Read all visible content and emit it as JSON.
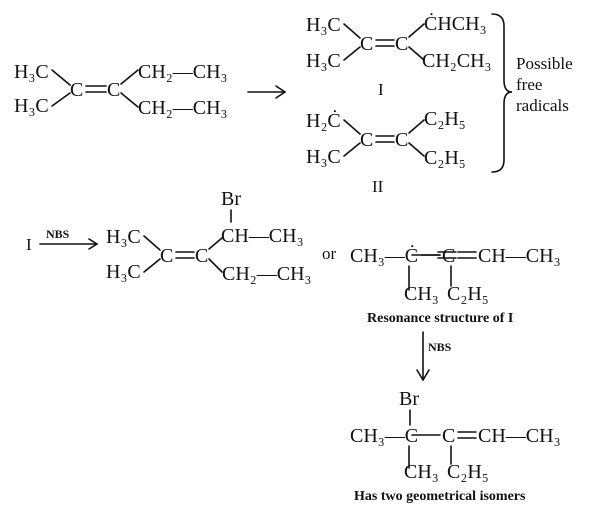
{
  "reactant": {
    "left_top": "H₃C",
    "left_bottom": "H₃C",
    "c1": "C",
    "c2": "C",
    "right_top": "CH₂—CH₃",
    "right_bottom": "CH₂—CH₃"
  },
  "radical_I": {
    "left_top": "H₃C",
    "left_bottom": "H₃C",
    "c1": "C",
    "c2": "C",
    "right_top": "ĊHCH₃",
    "right_bottom": "CH₂CH₃",
    "roman": "I"
  },
  "radical_II": {
    "left_top": "H₂Ċ",
    "left_bottom": "H₃C",
    "c1": "C",
    "c2": "C",
    "right_top": "C₂H₅",
    "right_bottom": "C₂H₅",
    "roman": "II"
  },
  "brace_label": [
    "Possible",
    "free",
    "radicals"
  ],
  "step2": {
    "start": "I",
    "reagent": "NBS"
  },
  "product_1": {
    "br": "Br",
    "left_top": "H₃C",
    "left_bottom": "H₃C",
    "c1": "C",
    "c2": "C",
    "ch_br": "CH—CH₃",
    "right_bottom": "CH₂—CH₃"
  },
  "or_word": "or",
  "resonance": {
    "left": "CH₃—Ċ",
    "middle": "C",
    "right": "CH—CH₃",
    "sub_left": "CH₃",
    "sub_right": "C₂H₅",
    "caption": "Resonance structure of I"
  },
  "down_reagent": "NBS",
  "product_2": {
    "br": "Br",
    "left": "CH₃—C",
    "middle": "C",
    "right": "CH—CH₃",
    "sub_left": "CH₃",
    "sub_right": "C₂H₅",
    "caption": "Has two geometrical isomers"
  }
}
